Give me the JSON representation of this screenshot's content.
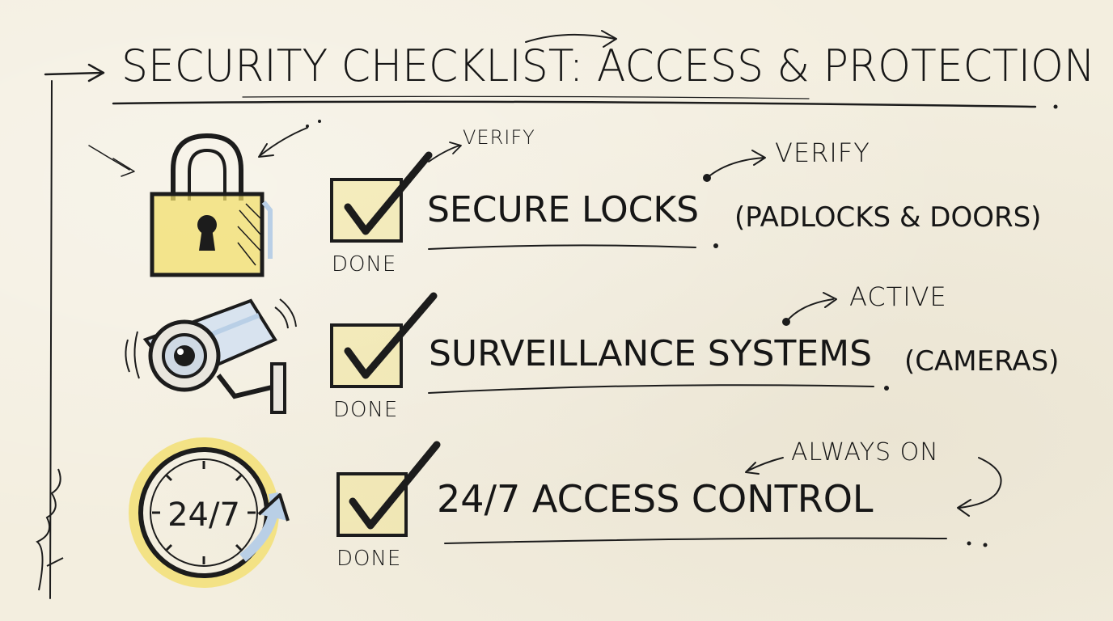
{
  "title": "Security Checklist: Access & Protection",
  "items": [
    {
      "label": "Secure Locks",
      "detail": "(Padlocks & Doors)",
      "status": "Done",
      "note": "Verify",
      "icon_note": "Verify",
      "icon": "padlock-icon"
    },
    {
      "label": "Surveillance Systems",
      "detail": "(Cameras)",
      "status": "Done",
      "note": "Active",
      "icon": "security-camera-icon"
    },
    {
      "label": "24/7 Access Control",
      "detail": "",
      "status": "Done",
      "note": "Always On",
      "icon": "clock-24-7-icon",
      "icon_text": "24/7"
    }
  ],
  "colors": {
    "ink": "#1c1c1c",
    "paper": "#f3eedf",
    "highlight_yellow": "#f2df6e",
    "highlight_blue": "#b9cfe6"
  }
}
